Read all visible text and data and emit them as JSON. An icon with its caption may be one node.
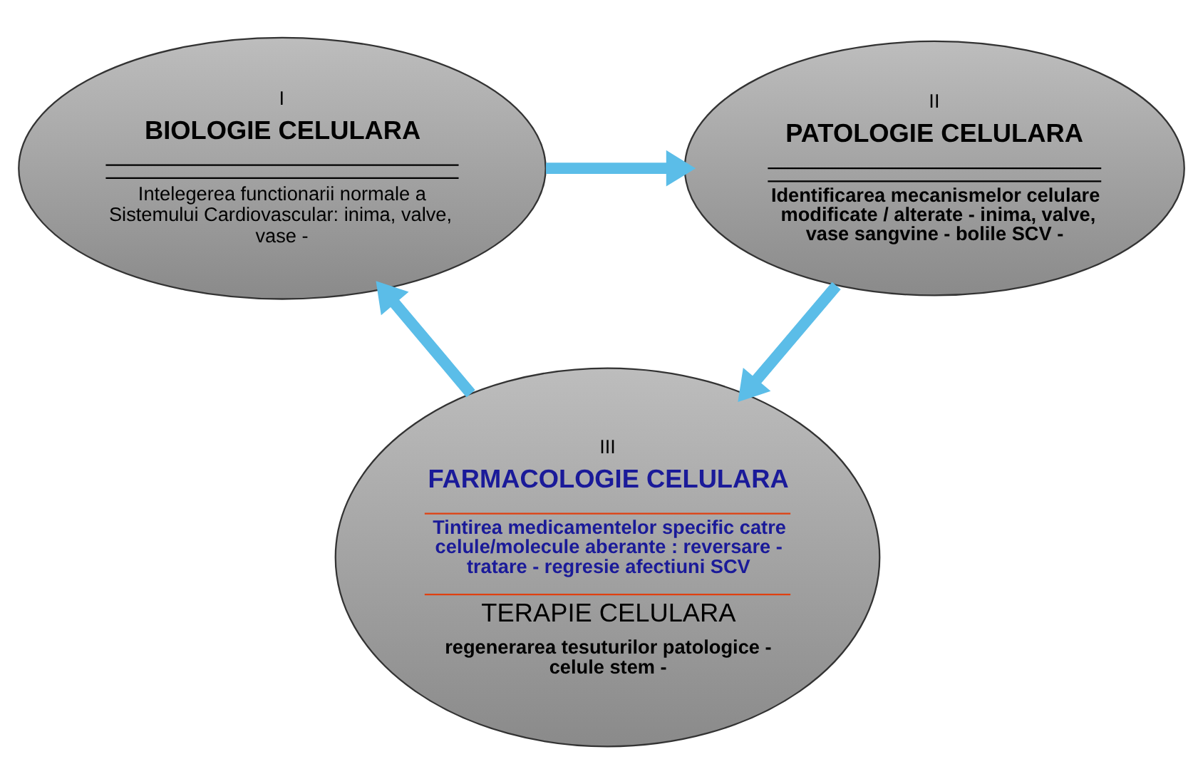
{
  "diagram": {
    "nodes": [
      {
        "text": [
          "I",
          "BIOLOGIE CELULARA",
          "Intelegerea functionarii normale a Sistemului Cardiovascular: inima, valve, vase -"
        ]
      },
      {
        "text": [
          "II",
          "PATOLOGIE CELULARA",
          "Identificarea mecanismelor celulare modificate / alterate - inima, valve, vase sangvine - bolile SCV -"
        ]
      },
      {
        "text": [
          "III",
          "FARMACOLOGIE CELULARA",
          "Tintirea medicamentelor specific catre celule/molecule aberante : reversare - tratare - regresie afectiuni SCV",
          "TERAPIE CELULARA",
          "regenerarea tesuturilor patologice - celule stem -"
        ]
      }
    ],
    "edges": [
      {
        "from": 0,
        "to": 1,
        "arrow": "to"
      },
      {
        "from": 1,
        "to": 2,
        "arrow": "to"
      },
      {
        "from": 2,
        "to": 0,
        "arrow": "to"
      }
    ]
  }
}
